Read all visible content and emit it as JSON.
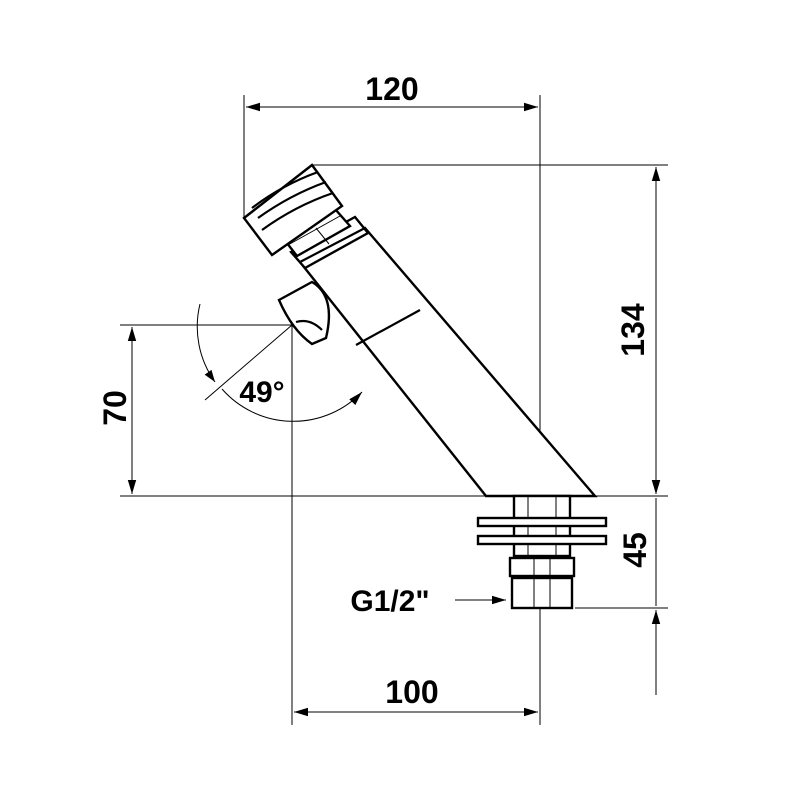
{
  "dimensions": {
    "width_top": "120",
    "height_total": "134",
    "height_left": "70",
    "angle": "49°",
    "connection_height": "45",
    "thread": "G1/2\"",
    "width_bottom": "100"
  },
  "colors": {
    "line": "#000000",
    "background": "#ffffff"
  }
}
